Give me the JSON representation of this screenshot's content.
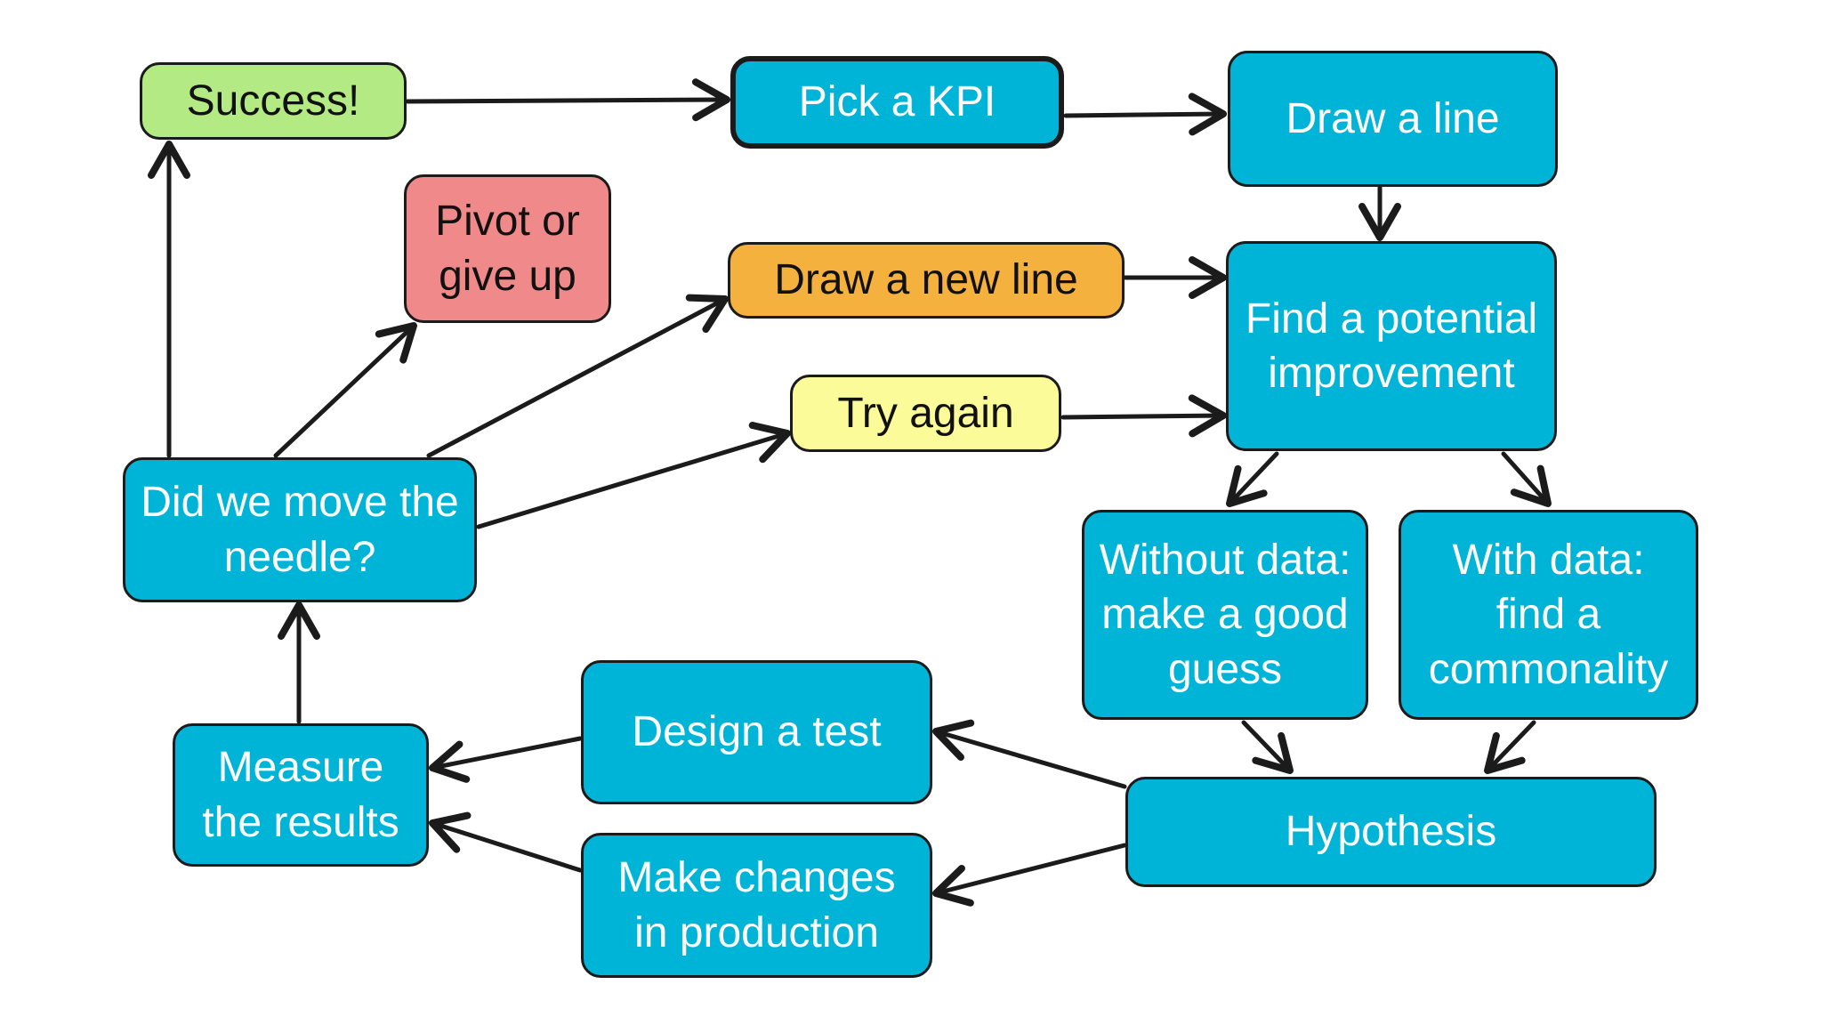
{
  "diagram": {
    "nodes": {
      "success": {
        "label": "Success!",
        "color": "#b4ea84"
      },
      "pick_kpi": {
        "label": "Pick a KPI",
        "color": "#00b4d8"
      },
      "draw_line": {
        "label": "Draw a line",
        "color": "#00b4d8"
      },
      "pivot": {
        "lines": [
          "Pivot or",
          "give up"
        ],
        "color": "#f08a8a"
      },
      "draw_new_line": {
        "label": "Draw a new line",
        "color": "#f5b13e"
      },
      "find_improvement": {
        "lines": [
          "Find a potential",
          "improvement"
        ],
        "color": "#00b4d8"
      },
      "try_again": {
        "label": "Try again",
        "color": "#fbfb9a"
      },
      "move_needle": {
        "lines": [
          "Did we move the",
          "needle?"
        ],
        "color": "#00b4d8"
      },
      "without_data": {
        "lines": [
          "Without data:",
          "make a good",
          "guess"
        ],
        "color": "#00b4d8"
      },
      "with_data": {
        "lines": [
          "With data:",
          "find a",
          "commonality"
        ],
        "color": "#00b4d8"
      },
      "design_test": {
        "label": "Design a test",
        "color": "#00b4d8"
      },
      "measure": {
        "lines": [
          "Measure",
          "the results"
        ],
        "color": "#00b4d8"
      },
      "hypothesis": {
        "label": "Hypothesis",
        "color": "#00b4d8"
      },
      "make_changes": {
        "lines": [
          "Make changes",
          "in production"
        ],
        "color": "#00b4d8"
      }
    },
    "edges": [
      {
        "from": "success",
        "to": "pick_kpi"
      },
      {
        "from": "pick_kpi",
        "to": "draw_line"
      },
      {
        "from": "draw_line",
        "to": "find_improvement"
      },
      {
        "from": "draw_new_line",
        "to": "find_improvement"
      },
      {
        "from": "try_again",
        "to": "find_improvement"
      },
      {
        "from": "find_improvement",
        "to": "without_data"
      },
      {
        "from": "find_improvement",
        "to": "with_data"
      },
      {
        "from": "without_data",
        "to": "hypothesis"
      },
      {
        "from": "with_data",
        "to": "hypothesis"
      },
      {
        "from": "hypothesis",
        "to": "design_test"
      },
      {
        "from": "hypothesis",
        "to": "make_changes"
      },
      {
        "from": "design_test",
        "to": "measure"
      },
      {
        "from": "make_changes",
        "to": "measure"
      },
      {
        "from": "measure",
        "to": "move_needle"
      },
      {
        "from": "move_needle",
        "to": "success"
      },
      {
        "from": "move_needle",
        "to": "pivot"
      },
      {
        "from": "move_needle",
        "to": "draw_new_line"
      },
      {
        "from": "move_needle",
        "to": "try_again"
      }
    ]
  }
}
